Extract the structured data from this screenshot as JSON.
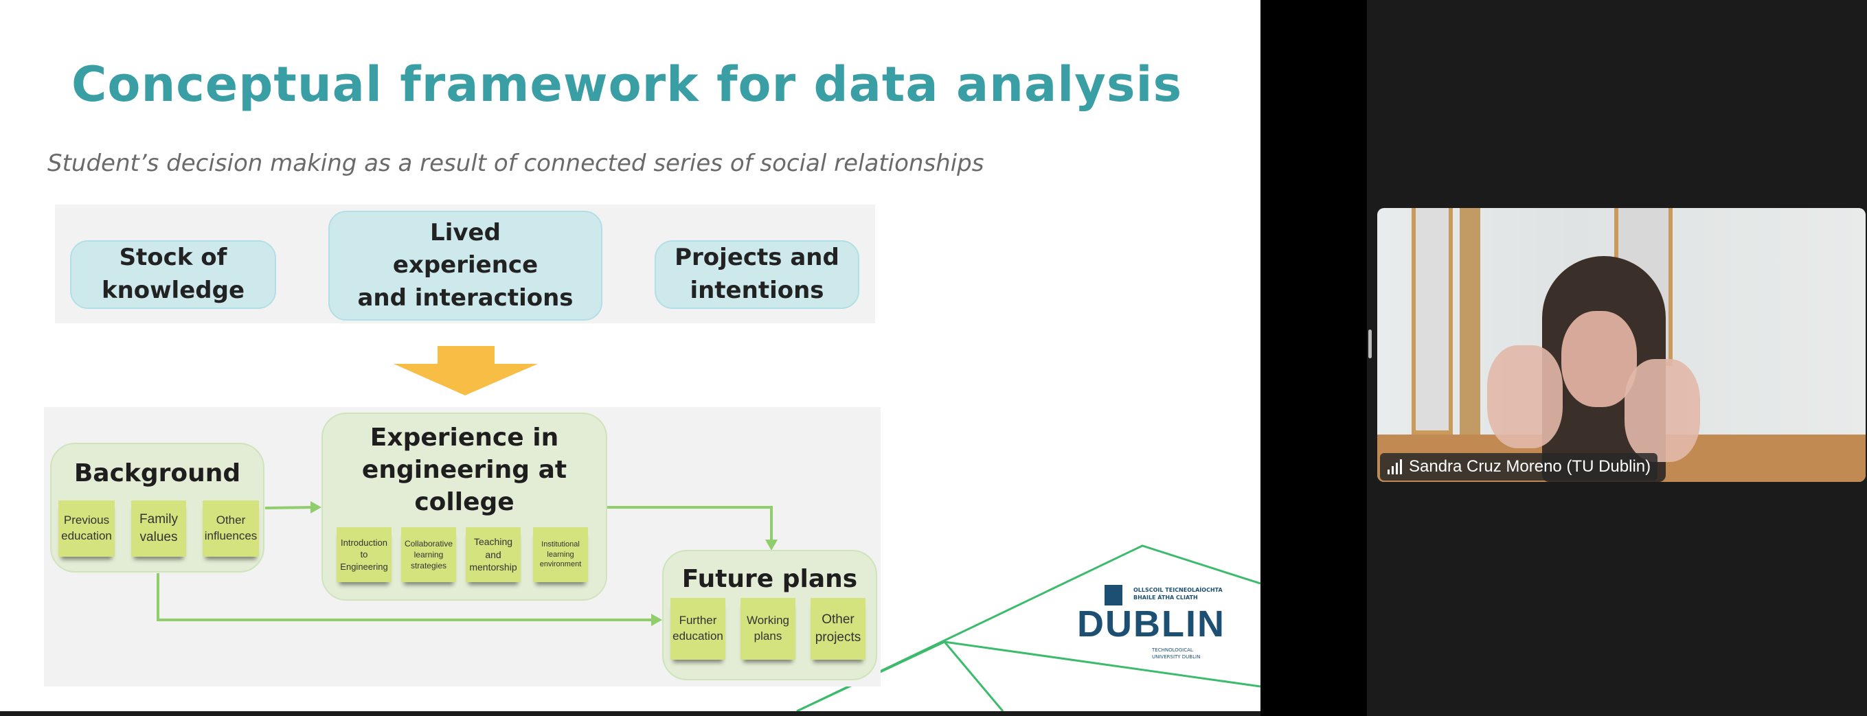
{
  "slide": {
    "title": "Conceptual framework for data analysis",
    "subtitle": "Student’s decision making as a result of connected series of social relationships",
    "top_boxes": [
      "Stock of\nknowledge",
      "Lived\nexperience\nand interactions",
      "Projects and\nintentions"
    ],
    "background": {
      "title": "Background",
      "notes": [
        "Previous\neducation",
        "Family\nvalues",
        "Other\ninfluences"
      ]
    },
    "experience": {
      "title": "Experience in\nengineering at\ncollege",
      "notes": [
        "Introduction\nto\nEngineering",
        "Collaborative\nlearning\nstrategies",
        "Teaching\nand\nmentorship",
        "Institutional\nlearning\nenvironment"
      ]
    },
    "future": {
      "title": "Future plans",
      "notes": [
        "Further\neducation",
        "Working\nplans",
        "Other\nprojects"
      ]
    },
    "logo": {
      "irish_line1": "OLLSCOIL TEICNEOLAÍOCHTA",
      "irish_line2": "BHAILE ÁTHA CLIATH",
      "wordmark": "DUBLIN",
      "english_line1": "TECHNOLOGICAL",
      "english_line2": "UNIVERSITY DUBLIN"
    },
    "colors": {
      "title": "#3a9ea5",
      "arrow": "#f7bd45",
      "line": "#8fce6b",
      "accent": "#3dbb6d"
    }
  },
  "participant": {
    "name": "Sandra Cruz Moreno (TU Dublin)",
    "signal_icon": "signal-bars-icon"
  }
}
